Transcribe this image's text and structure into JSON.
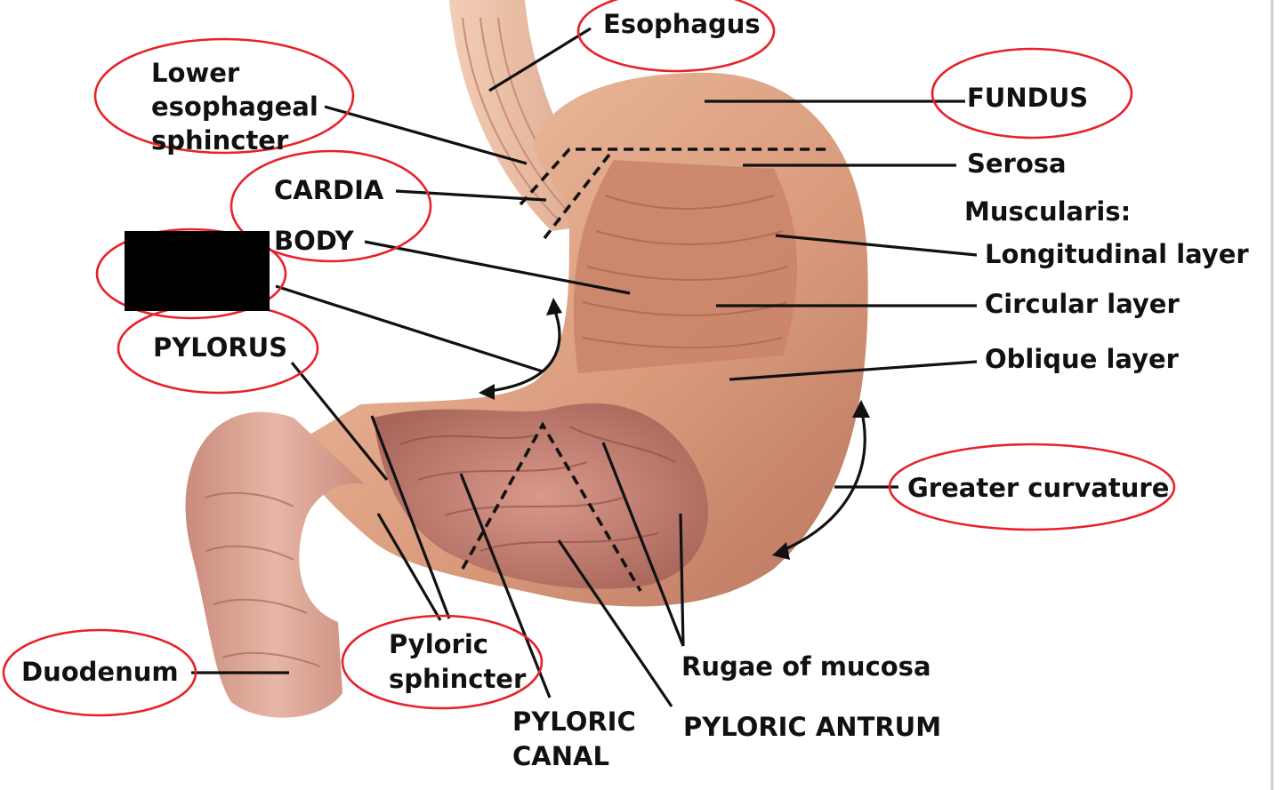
{
  "labels": {
    "esophagus": "Esophagus",
    "les_line1": "Lower",
    "les_line2": "esophageal",
    "les_line3": "sphincter",
    "cardia": "CARDIA",
    "body": "BODY",
    "pylorus": "PYLORUS",
    "duodenum": "Duodenum",
    "pyloric_sphincter_line1": "Pyloric",
    "pyloric_sphincter_line2": "sphincter",
    "pyloric_canal_line1": "PYLORIC",
    "pyloric_canal_line2": "CANAL",
    "pyloric_antrum": "PYLORIC ANTRUM",
    "rugae": "Rugae of mucosa",
    "fundus": "FUNDUS",
    "serosa": "Serosa",
    "muscularis": "Muscularis:",
    "longitudinal": "Longitudinal layer",
    "circular": "Circular layer",
    "oblique": "Oblique layer",
    "greater_curvature": "Greater curvature"
  },
  "colors": {
    "annotation_ring": "#e8212a",
    "redaction": "#000000",
    "stomach_tissue": "#dba285",
    "mucosa": "#c98678"
  }
}
